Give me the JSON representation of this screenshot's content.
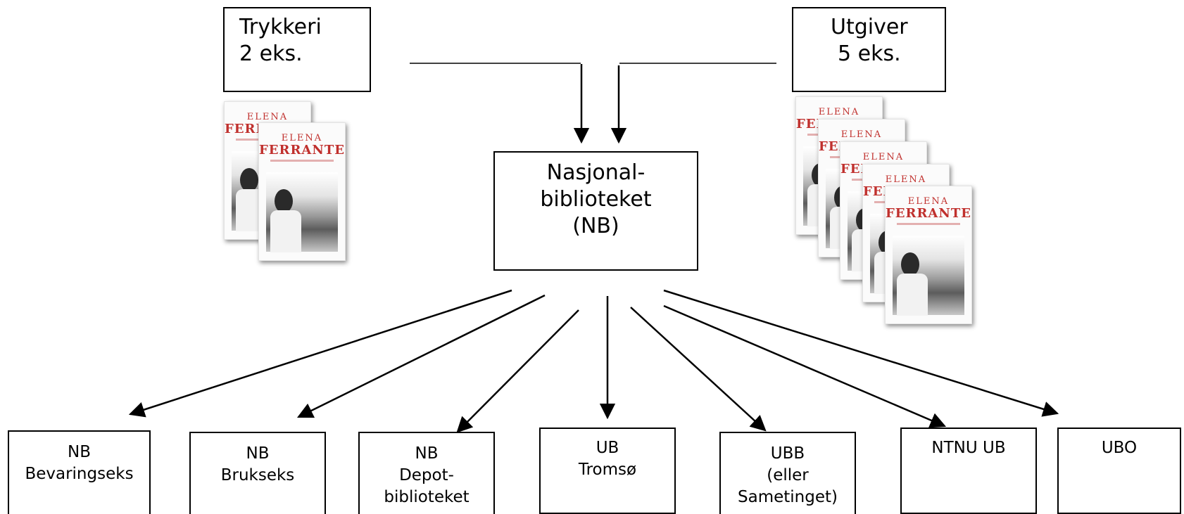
{
  "sources": {
    "printer": {
      "name": "Trykkeri",
      "copies": "2 eks."
    },
    "publisher": {
      "name": "Utgiver",
      "copies": "5 eks."
    }
  },
  "center": {
    "line1": "Nasjonal-",
    "line2": "biblioteket",
    "line3": "(NB)"
  },
  "book": {
    "author_first": "ELENA",
    "author_last": "FERRANTE"
  },
  "recipients": [
    {
      "label": "NB\nBevaringseks"
    },
    {
      "label": "NB\nBrukseks"
    },
    {
      "label": "NB\nDepot-\nbiblioteket"
    },
    {
      "label": "UB\nTromsø"
    },
    {
      "label": "UBB\n(eller\nSametinget)"
    },
    {
      "label": "NTNU UB"
    },
    {
      "label": "UBO"
    }
  ]
}
